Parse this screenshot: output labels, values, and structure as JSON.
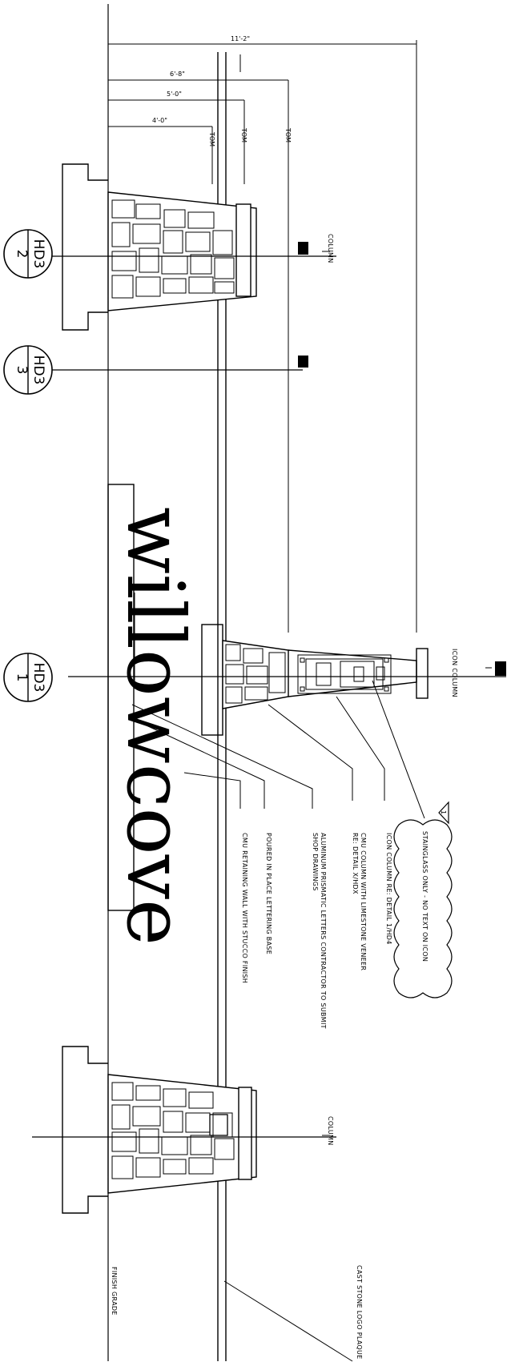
{
  "drawing": {
    "dimensions": {
      "overall": "11'-2\"",
      "dim2": "6'-8\"",
      "dim3": "5'-0\"",
      "dim4": "4'-0\"",
      "tom1": "TOM",
      "tom2": "TOM",
      "tom3": "TOM"
    },
    "column_labels": {
      "top": "COLUMN",
      "icon": "ICON COLUMN",
      "bottom": "COLUMN"
    },
    "section_tags": [
      {
        "number": "2",
        "sheet": "HD3"
      },
      {
        "number": "3",
        "sheet": "HD3"
      },
      {
        "number": "1",
        "sheet": "HD3"
      }
    ],
    "sign_text": "willowcove",
    "revision_mark": "1",
    "callouts": {
      "stained_glass": "STAINGLASS ONLY - NO TEXT ON ICON",
      "icon_column": "ICON COLUMN RE: DETAIL 1/HD4",
      "cmu_column_line1": "CMU COLUMN WITH LIMESTONE VENEER",
      "cmu_column_line2": "RE: DETAIL X/HDX",
      "letters_line1": "ALUMINUM PRISMATIC LETTERS CONTRACTOR TO SUBMIT",
      "letters_line2": "SHOP DRAWINGS",
      "lettering_base": "POURED IN PLACE LETTERING BASE",
      "retaining_wall": "CMU RETAINING WALL WITH STUCCO FINISH",
      "logo_plaque": "CAST STONE LOGO PLAQUE",
      "finish_grade": "FINISH GRADE"
    }
  }
}
